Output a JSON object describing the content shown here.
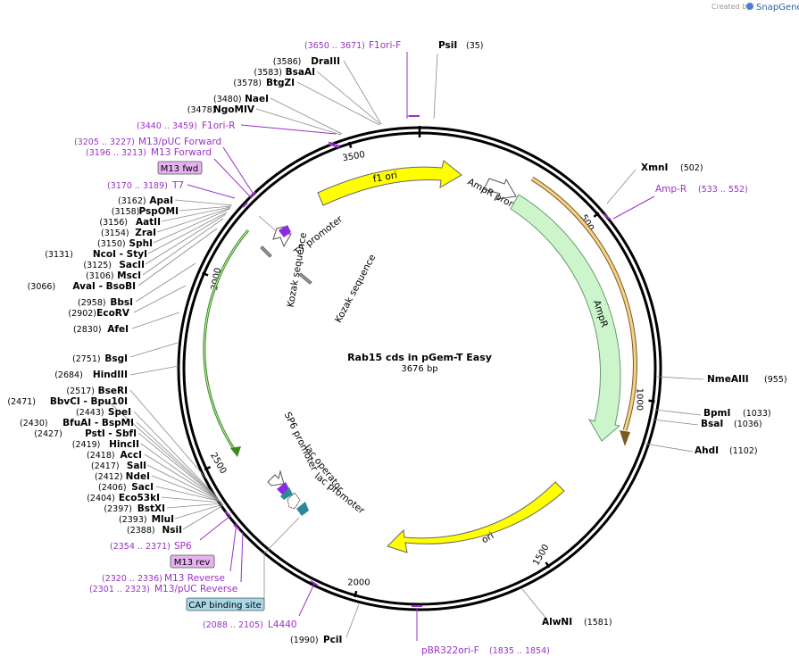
{
  "watermark": {
    "created_by": "Created by",
    "brand": "SnapGene"
  },
  "plasmid": {
    "name": "Rab15 cds in pGem-T Easy",
    "length": "3676 bp",
    "length_bp": 3676
  },
  "ticks": [
    {
      "pos": 500,
      "label": "500"
    },
    {
      "pos": 1000,
      "label": "1000"
    },
    {
      "pos": 1500,
      "label": "1500"
    },
    {
      "pos": 2000,
      "label": "2000"
    },
    {
      "pos": 2500,
      "label": "2500"
    },
    {
      "pos": 3000,
      "label": "3000"
    },
    {
      "pos": 3500,
      "label": "3500"
    }
  ],
  "enzymes_left": [
    {
      "name": "DraIII",
      "pos_label": "(3586)",
      "pos": 3586
    },
    {
      "name": "BsaAI",
      "pos_label": "(3583)",
      "pos": 3583
    },
    {
      "name": "BtgZI",
      "pos_label": "(3578)",
      "pos": 3578
    },
    {
      "name": "NaeI",
      "pos_label": "(3480)",
      "pos": 3480
    },
    {
      "name": "NgoMIV",
      "pos_label": "(3478)",
      "pos": 3478
    },
    {
      "name": "ApaI",
      "pos_label": "(3162)",
      "pos": 3162
    },
    {
      "name": "PspOMI",
      "pos_label": "(3158)",
      "pos": 3158
    },
    {
      "name": "AatII",
      "pos_label": "(3156)",
      "pos": 3156
    },
    {
      "name": "ZraI",
      "pos_label": "(3154)",
      "pos": 3154
    },
    {
      "name": "SphI",
      "pos_label": "(3150)",
      "pos": 3150
    },
    {
      "name": "NcoI  - StyI",
      "pos_label": "(3131)",
      "pos": 3131
    },
    {
      "name": "SacII",
      "pos_label": "(3125)",
      "pos": 3125
    },
    {
      "name": "MscI",
      "pos_label": "(3106)",
      "pos": 3106
    },
    {
      "name": "AvaI  - BsoBI",
      "pos_label": "(3066)",
      "pos": 3066
    },
    {
      "name": "BbsI",
      "pos_label": "(2958)",
      "pos": 2958
    },
    {
      "name": "EcoRV",
      "pos_label": "(2902)",
      "pos": 2902
    },
    {
      "name": "AfeI",
      "pos_label": "(2830)",
      "pos": 2830
    },
    {
      "name": "BsgI",
      "pos_label": "(2751)",
      "pos": 2751
    },
    {
      "name": "HindIII",
      "pos_label": "(2684)",
      "pos": 2684
    },
    {
      "name": "BseRI",
      "pos_label": "(2517)",
      "pos": 2517
    },
    {
      "name": "BbvCI  - Bpu10I",
      "pos_label": "(2471)",
      "pos": 2471
    },
    {
      "name": "SpeI",
      "pos_label": "(2443)",
      "pos": 2443
    },
    {
      "name": "BfuAI  - BspMI",
      "pos_label": "(2430)",
      "pos": 2430
    },
    {
      "name": "PstI  - SbfI",
      "pos_label": "(2427)",
      "pos": 2427
    },
    {
      "name": "HincII",
      "pos_label": "(2419)",
      "pos": 2419
    },
    {
      "name": "AccI",
      "pos_label": "(2418)",
      "pos": 2418
    },
    {
      "name": "SalI",
      "pos_label": "(2417)",
      "pos": 2417
    },
    {
      "name": "NdeI",
      "pos_label": "(2412)",
      "pos": 2412
    },
    {
      "name": "SacI",
      "pos_label": "(2406)",
      "pos": 2406
    },
    {
      "name": "Eco53kI",
      "pos_label": "(2404)",
      "pos": 2404
    },
    {
      "name": "BstXI",
      "pos_label": "(2397)",
      "pos": 2397
    },
    {
      "name": "MluI",
      "pos_label": "(2393)",
      "pos": 2393
    },
    {
      "name": "NsiI",
      "pos_label": "(2388)",
      "pos": 2388
    }
  ],
  "enzymes_right": [
    {
      "name": "PsiI",
      "pos_label": "(35)",
      "pos": 35
    },
    {
      "name": "XmnI",
      "pos_label": "(502)",
      "pos": 502
    },
    {
      "name": "NmeAIII",
      "pos_label": "(955)",
      "pos": 955
    },
    {
      "name": "BpmI",
      "pos_label": "(1033)",
      "pos": 1033
    },
    {
      "name": "BsaI",
      "pos_label": "(1036)",
      "pos": 1036
    },
    {
      "name": "AhdI",
      "pos_label": "(1102)",
      "pos": 1102
    },
    {
      "name": "AlwNI",
      "pos_label": "(1581)",
      "pos": 1581
    },
    {
      "name": "PciI",
      "pos_label": "(1990)",
      "pos": 1990
    }
  ],
  "primers": [
    {
      "name": "F1ori-F",
      "range": "(3650 .. 3671)",
      "pos": 3660
    },
    {
      "name": "F1ori-R",
      "range": "(3440 .. 3459)",
      "pos": 3450
    },
    {
      "name": "M13/pUC Forward",
      "range": "(3205 .. 3227)",
      "pos": 3216
    },
    {
      "name": "M13 Forward",
      "range": "(3196 .. 3213)",
      "pos": 3205
    },
    {
      "name": "T7",
      "range": "(3170 .. 3189)",
      "pos": 3180
    },
    {
      "name": "Amp-R",
      "range": "(533 .. 552)",
      "pos": 543
    },
    {
      "name": "SP6",
      "range": "(2354 .. 2371)",
      "pos": 2362
    },
    {
      "name": "M13 Reverse",
      "range": "(2320 .. 2336)",
      "pos": 2328
    },
    {
      "name": "M13/pUC Reverse",
      "range": "(2301 .. 2323)",
      "pos": 2312
    },
    {
      "name": "L4440",
      "range": "(2088 .. 2105)",
      "pos": 2097
    },
    {
      "name": "pBR322ori-F",
      "range": "(1835 .. 1854)",
      "pos": 1845
    }
  ],
  "tags": [
    {
      "name": "M13 fwd"
    },
    {
      "name": "M13 rev"
    },
    {
      "name": "CAP binding site"
    }
  ],
  "features": [
    {
      "name": "f1 ori",
      "color": "#ffff00"
    },
    {
      "name": "AmpR promoter",
      "color": "#ffffff"
    },
    {
      "name": "AmpR",
      "color": "#ccf5cc"
    },
    {
      "name": "ori",
      "color": "#ffff00"
    },
    {
      "name": "T7 promoter",
      "color": "#ffffff"
    },
    {
      "name": "Kozak sequence",
      "color": "#999999"
    },
    {
      "name": "Kozak sequence",
      "color": "#999999"
    },
    {
      "name": "SP6 promoter",
      "color": "#ffffff"
    },
    {
      "name": "lac operator",
      "color": "#8a2be2"
    },
    {
      "name": "lac promoter",
      "color": "#ffffff"
    }
  ],
  "colors": {
    "backbone": "#000000",
    "primer": "#9b30c8",
    "orange_feature": "#f0a030",
    "green_insert": "#3a8a1e",
    "teal_block": "#2b8a9a",
    "tag_purple": "#e6b3f0",
    "tag_blue": "#a8d8e8"
  }
}
